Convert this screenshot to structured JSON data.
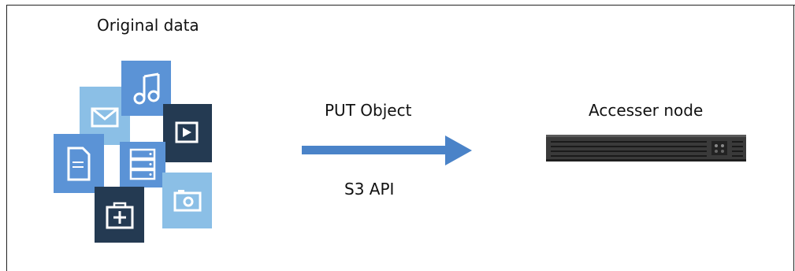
{
  "diagram": {
    "source_title": "Original data",
    "arrow_label_top": "PUT Object",
    "arrow_label_bottom": "S3 API",
    "target_title": "Accesser node"
  },
  "icons": [
    "music-icon",
    "mail-icon",
    "video-icon",
    "document-icon",
    "server-icon",
    "camera-icon",
    "first-aid-icon",
    "rack-server-icon"
  ],
  "colors": {
    "light_blue": "#8bbfe6",
    "mid_blue": "#5b93d6",
    "steel_blue": "#3f78c8",
    "dark_navy": "#243a52",
    "arrow_blue": "#4a83c8",
    "server_dark": "#2a2a2a"
  }
}
